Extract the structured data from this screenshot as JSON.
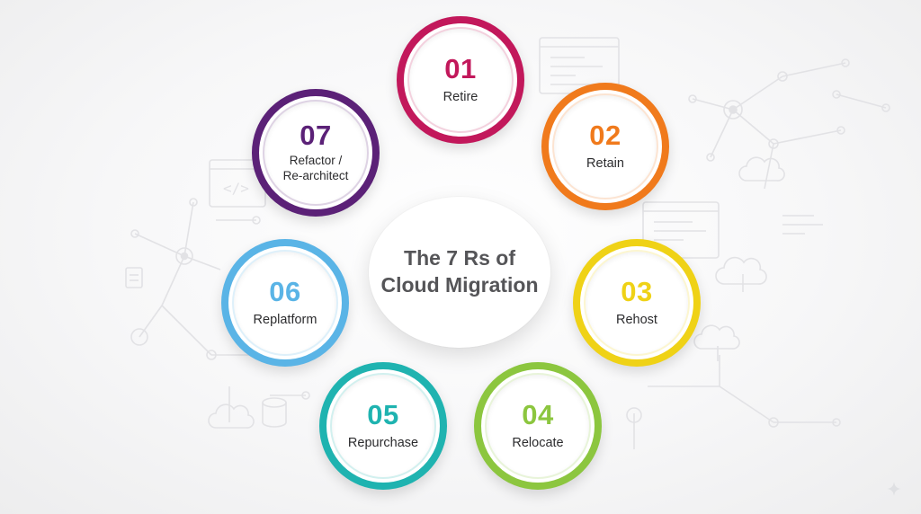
{
  "center": {
    "line1": "The 7 Rs of",
    "line2": "Cloud Migration"
  },
  "steps": [
    {
      "num": "01",
      "label": "Retire",
      "color": "#c2185b"
    },
    {
      "num": "02",
      "label": "Retain",
      "color": "#f07a1c"
    },
    {
      "num": "03",
      "label": "Rehost",
      "color": "#efd216"
    },
    {
      "num": "04",
      "label": "Relocate",
      "color": "#8cc63f"
    },
    {
      "num": "05",
      "label": "Repurchase",
      "color": "#1fb3b0"
    },
    {
      "num": "06",
      "label": "Replatform",
      "color": "#5ab4e6"
    },
    {
      "num": "07",
      "label": "Refactor /",
      "label2": "Re-architect",
      "color": "#5b2177"
    }
  ],
  "icons": {
    "background": "network-circuit-pattern",
    "corner": "sparkle-icon"
  }
}
